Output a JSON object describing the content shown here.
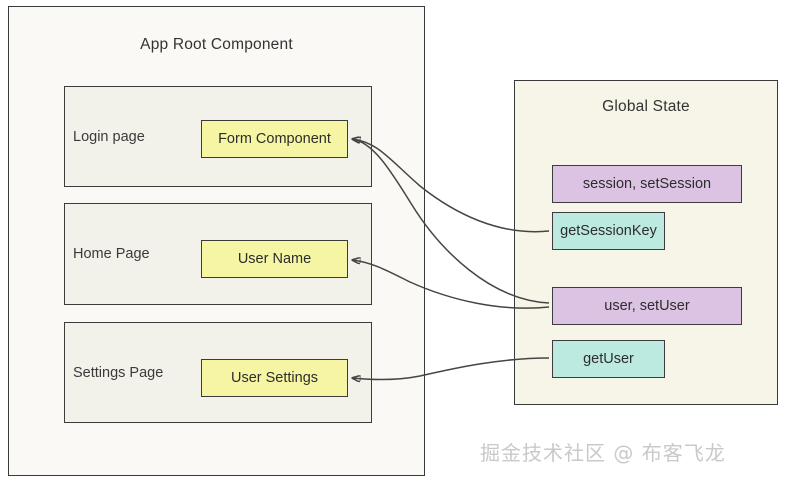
{
  "diagram": {
    "title_left": "App Root Component",
    "title_right": "Global State",
    "watermark": "掘金技术社区 @ 布客飞龙",
    "colors": {
      "canvas": "#ffffff",
      "container_left_bg": "#faf9f5",
      "container_right_bg": "#f7f4e8",
      "panel_bg": "#f3f2ea",
      "yellow": "#f6f5a3",
      "purple": "#dcc3e3",
      "teal": "#bce9e0",
      "stroke": "#3c3c3c",
      "arrow": "#454545",
      "watermark": "#c9c9c9"
    }
  },
  "app_root": {
    "pages": [
      {
        "label": "Login page",
        "component": "Form Component"
      },
      {
        "label": "Home Page",
        "component": "User Name"
      },
      {
        "label": "Settings Page",
        "component": "User Settings"
      }
    ]
  },
  "global_state": {
    "items": [
      {
        "label": "session, setSession",
        "kind": "state"
      },
      {
        "label": "getSessionKey",
        "kind": "getter"
      },
      {
        "label": "user, setUser",
        "kind": "state"
      },
      {
        "label": "getUser",
        "kind": "getter"
      }
    ]
  },
  "connections": [
    {
      "from": "getSessionKey",
      "to": "Form Component"
    },
    {
      "from": "user, setUser",
      "to": "Form Component"
    },
    {
      "from": "user, setUser",
      "to": "User Name"
    },
    {
      "from": "getUser",
      "to": "User Settings"
    }
  ]
}
